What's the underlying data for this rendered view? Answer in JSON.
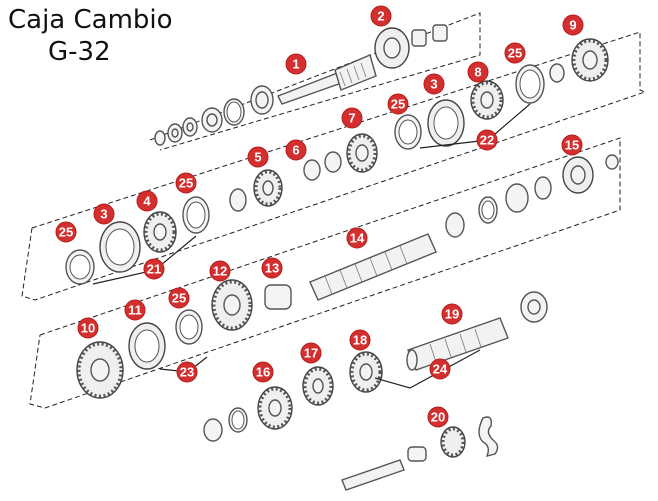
{
  "title": {
    "line1": "Caja Cambio",
    "line2": "G-32"
  },
  "colors": {
    "badge": "#d32f2f",
    "badge_text": "#ffffff",
    "line_art": "#555555"
  },
  "callouts": {
    "c1": "1",
    "c2": "2",
    "c3a": "3",
    "c3b": "3",
    "c4": "4",
    "c5": "5",
    "c6": "6",
    "c7": "7",
    "c8": "8",
    "c9": "9",
    "c10": "10",
    "c11": "11",
    "c12": "12",
    "c13": "13",
    "c14": "14",
    "c15": "15",
    "c16": "16",
    "c17": "17",
    "c18": "18",
    "c19": "19",
    "c20": "20",
    "c21": "21",
    "c22": "22",
    "c23": "23",
    "c24": "24",
    "c25a": "25",
    "c25b": "25",
    "c25c": "25",
    "c25d": "25",
    "c25e": "25"
  }
}
